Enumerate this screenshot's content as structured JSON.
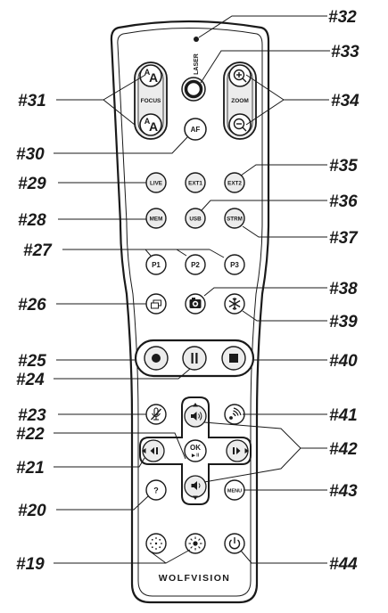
{
  "remote": {
    "brand": "WOLFVISION",
    "labels": {
      "laser": "LASER",
      "focus": "FOCUS",
      "zoom": "ZOOM",
      "af": "AF",
      "live": "LIVE",
      "ext1": "EXT1",
      "ext2": "EXT2",
      "mem": "MEM",
      "usb": "USB",
      "strm": "STRM",
      "p1": "P1",
      "p2": "P2",
      "p3": "P3",
      "help": "?",
      "ok": "OK",
      "ok_sub": "▶ II",
      "menu": "MENU",
      "focus_near": "A",
      "focus_far": "A"
    },
    "icons": {
      "zoom_in": "zoom-in-icon",
      "zoom_out": "zoom-out-icon",
      "window": "window-icon",
      "camera": "camera-icon",
      "freeze": "snowflake-icon",
      "record": "record-icon",
      "pause": "pause-icon",
      "stop": "stop-icon",
      "mic_mute": "microphone-mute-icon",
      "wireless": "wireless-icon",
      "volume_up": "volume-up-icon",
      "volume_down": "volume-down-icon",
      "prev": "previous-icon",
      "next": "next-icon",
      "light_low": "light-low-icon",
      "light_high": "light-high-icon",
      "power": "power-icon"
    }
  },
  "callouts": {
    "c19": "#19",
    "c20": "#20",
    "c21": "#21",
    "c22": "#22",
    "c23": "#23",
    "c24": "#24",
    "c25": "#25",
    "c26": "#26",
    "c27": "#27",
    "c28": "#28",
    "c29": "#29",
    "c30": "#30",
    "c31": "#31",
    "c32": "#32",
    "c33": "#33",
    "c34": "#34",
    "c35": "#35",
    "c36": "#36",
    "c37": "#37",
    "c38": "#38",
    "c39": "#39",
    "c40": "#40",
    "c41": "#41",
    "c42": "#42",
    "c43": "#43",
    "c44": "#44"
  },
  "colors": {
    "outline": "#1a1a1a",
    "button_fill": "#ececec",
    "body_fill": "#ffffff"
  }
}
